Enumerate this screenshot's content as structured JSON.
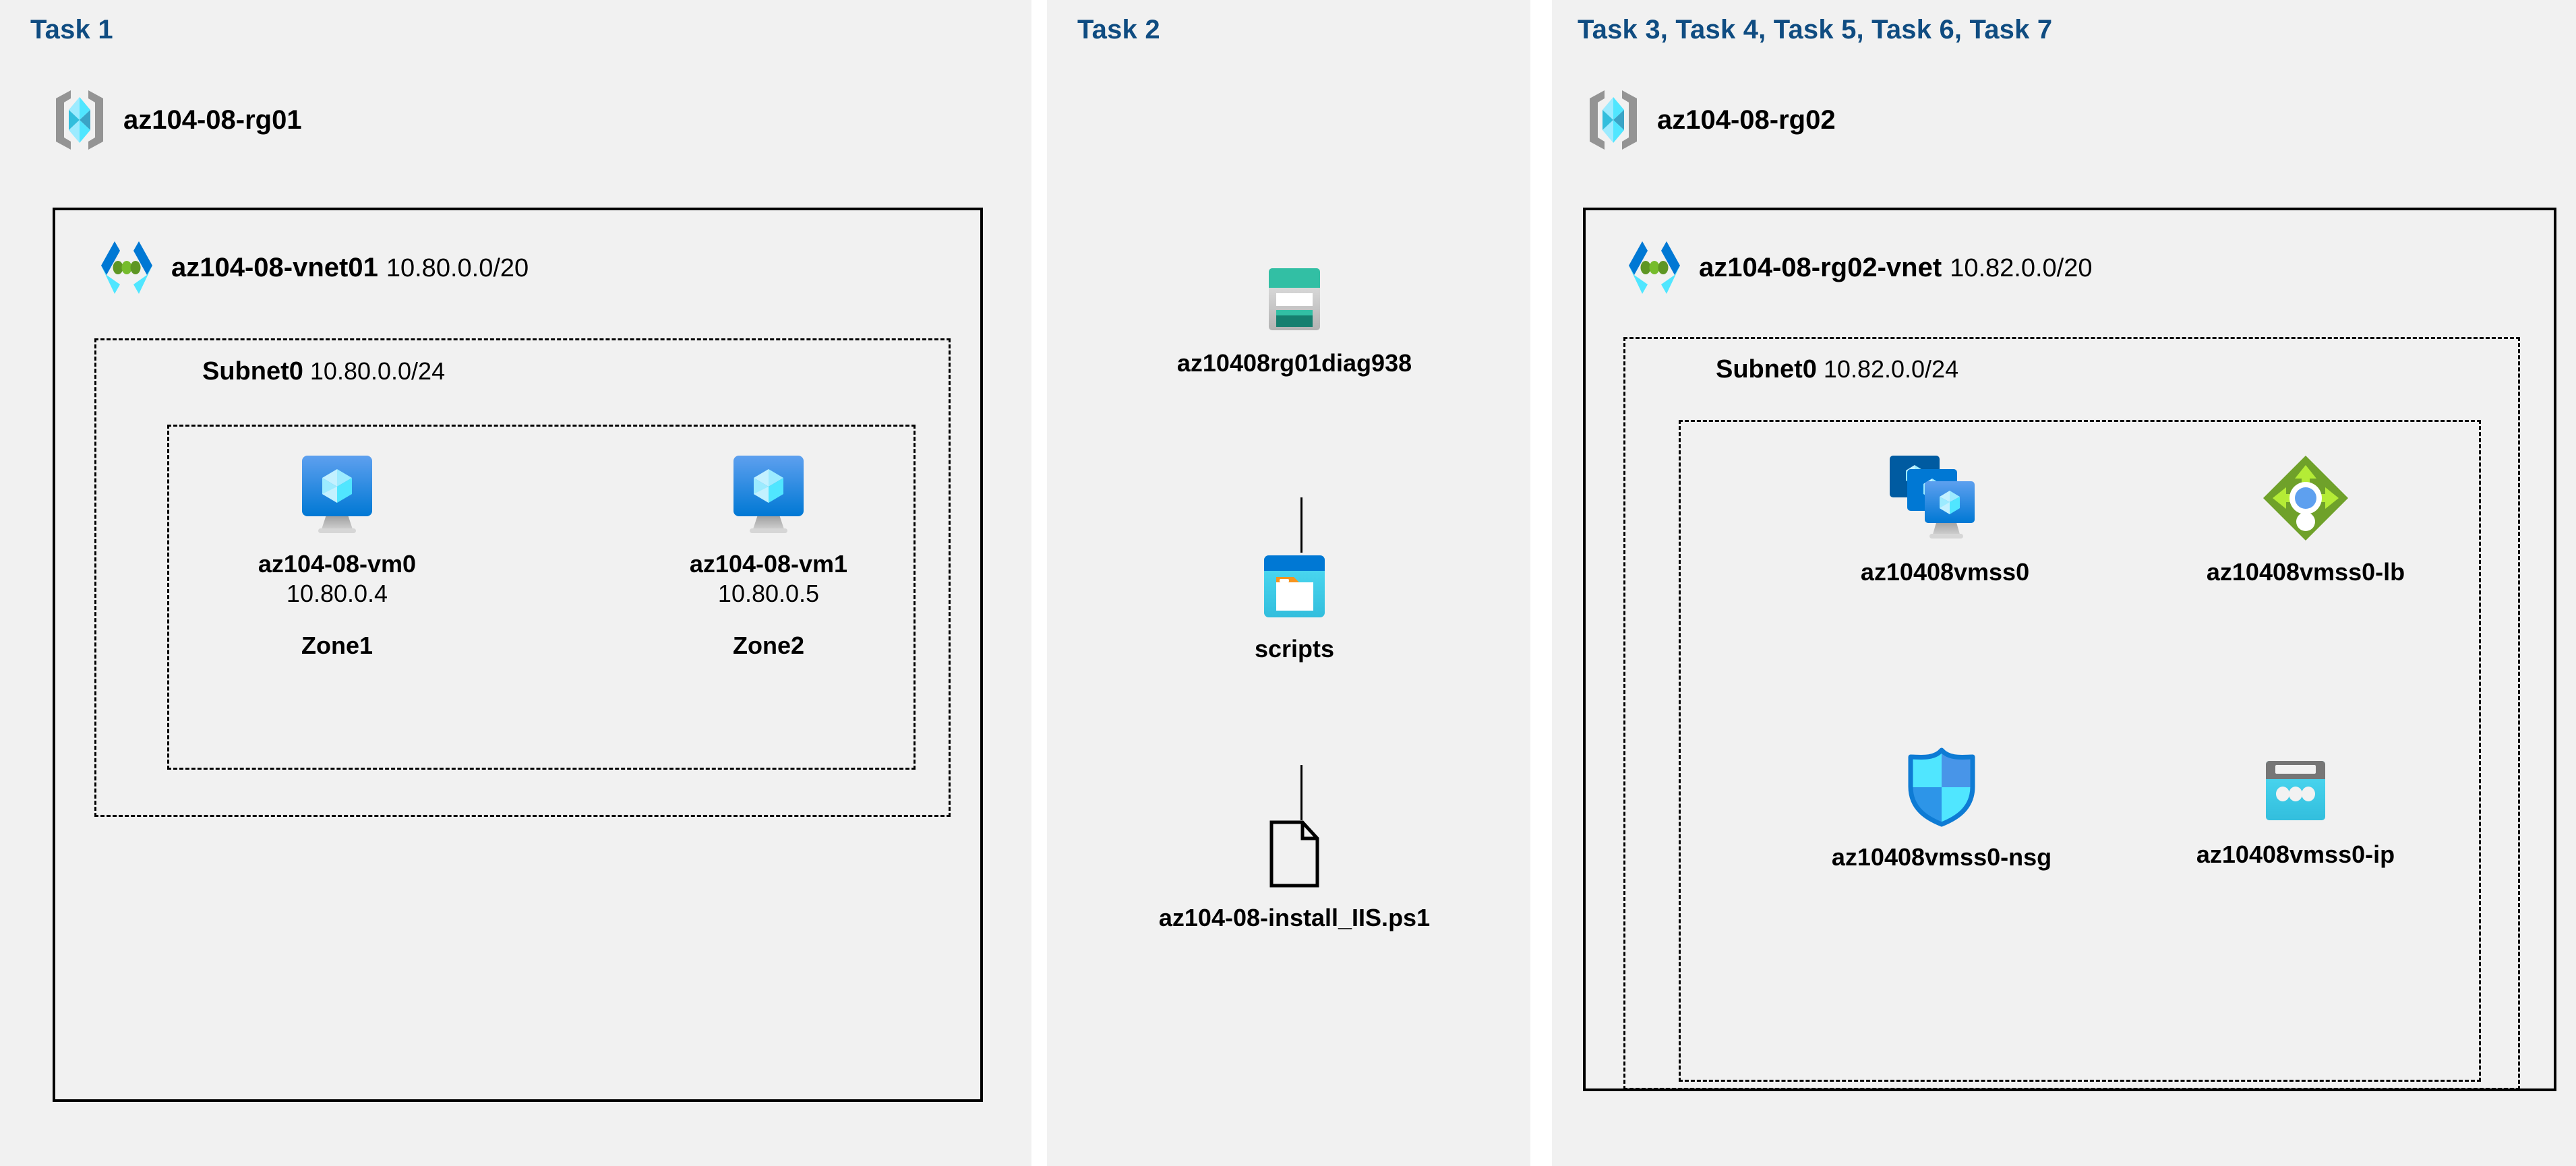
{
  "tasks": {
    "task1": {
      "header": "Task 1"
    },
    "task2": {
      "header": "Task 2"
    },
    "task3": {
      "header": "Task 3, Task 4, Task 5, Task 6, Task 7"
    }
  },
  "resource_groups": [
    {
      "name": "az104-08-rg01",
      "icon": "resource-group-icon"
    },
    {
      "name": "az104-08-rg02",
      "icon": "resource-group-icon"
    }
  ],
  "vnets": [
    {
      "name": "az104-08-vnet01",
      "cidr": "10.80.0.0/20",
      "icon": "virtual-network-icon"
    },
    {
      "name": "az104-08-rg02-vnet",
      "cidr": "10.82.0.0/20",
      "icon": "virtual-network-icon"
    }
  ],
  "subnets": [
    {
      "name": "Subnet0",
      "cidr": "10.80.0.0/24"
    },
    {
      "name": "Subnet0",
      "cidr": "10.82.0.0/24"
    }
  ],
  "virtual_machines": [
    {
      "name": "az104-08-vm0",
      "ip": "10.80.0.4",
      "zone": "Zone1",
      "icon": "virtual-machine-icon"
    },
    {
      "name": "az104-08-vm1",
      "ip": "10.80.0.5",
      "zone": "Zone2",
      "icon": "virtual-machine-icon"
    }
  ],
  "storage": {
    "account": {
      "name": "az10408rg01diag938",
      "icon": "storage-account-icon"
    },
    "container": {
      "name": "scripts",
      "icon": "blob-container-icon"
    },
    "file": {
      "name": "az104-08-install_IIS.ps1",
      "icon": "file-document-icon"
    }
  },
  "scale_set_resources": [
    {
      "name": "az10408vmss0",
      "icon": "vm-scale-set-icon"
    },
    {
      "name": "az10408vmss0-lb",
      "icon": "load-balancer-icon"
    },
    {
      "name": "az10408vmss0-nsg",
      "icon": "network-security-group-icon"
    },
    {
      "name": "az10408vmss0-ip",
      "icon": "public-ip-address-icon"
    }
  ],
  "colors": {
    "panel_background": "#f1f1f1",
    "task_header": "#0f4c81",
    "border": "#000000",
    "azure_blue": "#0078d4",
    "azure_cyan": "#32bedd",
    "storage_teal": "#32bfa4",
    "load_balancer_green": "#7cb32d",
    "resource_group_gray": "#949494"
  }
}
